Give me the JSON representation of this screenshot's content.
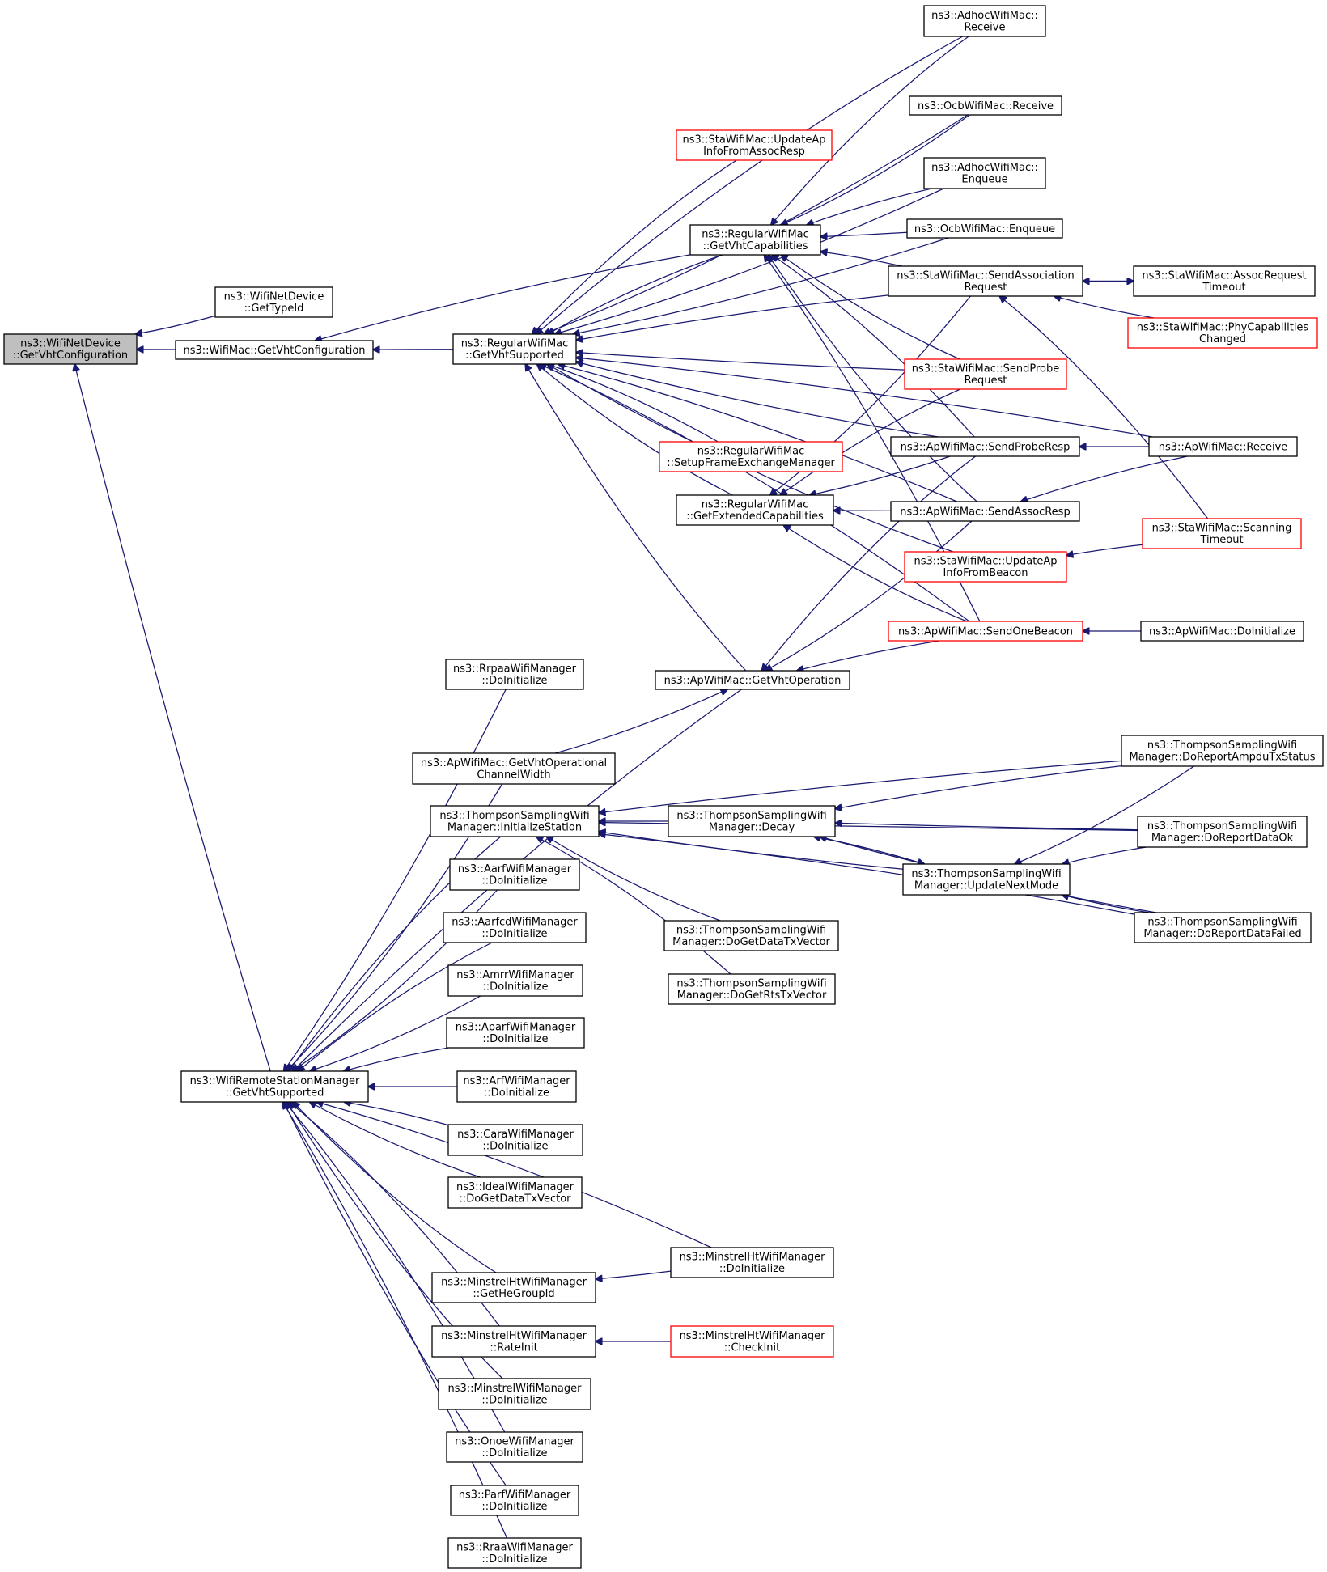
{
  "graph": {
    "edge_color": "#191970",
    "focus_fill": "#bfbfbf",
    "truncated_border_color": "#ff0000",
    "nodes": [
      {
        "id": "n0",
        "lines": [
          "ns3::WifiNetDevice",
          "::GetVhtConfiguration"
        ],
        "focus": true
      },
      {
        "id": "n1",
        "lines": [
          "ns3::WifiNetDevice",
          "::GetTypeId"
        ]
      },
      {
        "id": "n2",
        "lines": [
          "ns3::WifiMac::GetVhtConfiguration"
        ]
      },
      {
        "id": "n3",
        "lines": [
          "ns3::RegularWifiMac",
          "::GetVhtSupported"
        ]
      },
      {
        "id": "n4",
        "lines": [
          "ns3::AdhocWifiMac::",
          "Receive"
        ]
      },
      {
        "id": "n5",
        "lines": [
          "ns3::OcbWifiMac::Receive"
        ]
      },
      {
        "id": "n6",
        "lines": [
          "ns3::StaWifiMac::UpdateAp",
          "InfoFromAssocResp"
        ],
        "truncated": true
      },
      {
        "id": "n7",
        "lines": [
          "ns3::AdhocWifiMac::",
          "Enqueue"
        ]
      },
      {
        "id": "n8",
        "lines": [
          "ns3::RegularWifiMac",
          "::GetVhtCapabilities"
        ]
      },
      {
        "id": "n9",
        "lines": [
          "ns3::OcbWifiMac::Enqueue"
        ]
      },
      {
        "id": "n10",
        "lines": [
          "ns3::StaWifiMac::SendAssociation",
          "Request"
        ]
      },
      {
        "id": "n11",
        "lines": [
          "ns3::StaWifiMac::AssocRequest",
          "Timeout"
        ]
      },
      {
        "id": "n12",
        "lines": [
          "ns3::StaWifiMac::PhyCapabilities",
          "Changed"
        ],
        "truncated": true
      },
      {
        "id": "n13",
        "lines": [
          "ns3::StaWifiMac::SendProbe",
          "Request"
        ],
        "truncated": true
      },
      {
        "id": "n14",
        "lines": [
          "ns3::RegularWifiMac",
          "::SetupFrameExchangeManager"
        ],
        "truncated": true
      },
      {
        "id": "n15",
        "lines": [
          "ns3::ApWifiMac::SendProbeResp"
        ]
      },
      {
        "id": "n16",
        "lines": [
          "ns3::ApWifiMac::Receive"
        ]
      },
      {
        "id": "n17",
        "lines": [
          "ns3::RegularWifiMac",
          "::GetExtendedCapabilities"
        ]
      },
      {
        "id": "n18",
        "lines": [
          "ns3::ApWifiMac::SendAssocResp"
        ]
      },
      {
        "id": "n19",
        "lines": [
          "ns3::StaWifiMac::Scanning",
          "Timeout"
        ],
        "truncated": true
      },
      {
        "id": "n20",
        "lines": [
          "ns3::StaWifiMac::UpdateAp",
          "InfoFromBeacon"
        ],
        "truncated": true
      },
      {
        "id": "n21",
        "lines": [
          "ns3::ApWifiMac::SendOneBeacon"
        ],
        "truncated": true
      },
      {
        "id": "n22",
        "lines": [
          "ns3::ApWifiMac::DoInitialize"
        ]
      },
      {
        "id": "n23",
        "lines": [
          "ns3::RrpaaWifiManager",
          "::DoInitialize"
        ]
      },
      {
        "id": "n24",
        "lines": [
          "ns3::ApWifiMac::GetVhtOperation"
        ]
      },
      {
        "id": "n25",
        "lines": [
          "ns3::ApWifiMac::GetVhtOperational",
          "ChannelWidth"
        ]
      },
      {
        "id": "n26",
        "lines": [
          "ns3::ThompsonSamplingWifi",
          "Manager::DoReportAmpduTxStatus"
        ]
      },
      {
        "id": "n27",
        "lines": [
          "ns3::ThompsonSamplingWifi",
          "Manager::InitializeStation"
        ]
      },
      {
        "id": "n28",
        "lines": [
          "ns3::ThompsonSamplingWifi",
          "Manager::Decay"
        ]
      },
      {
        "id": "n29",
        "lines": [
          "ns3::ThompsonSamplingWifi",
          "Manager::DoReportDataOk"
        ]
      },
      {
        "id": "n30",
        "lines": [
          "ns3::ThompsonSamplingWifi",
          "Manager::UpdateNextMode"
        ]
      },
      {
        "id": "n31",
        "lines": [
          "ns3::AarfWifiManager",
          "::DoInitialize"
        ]
      },
      {
        "id": "n32",
        "lines": [
          "ns3::ThompsonSamplingWifi",
          "Manager::DoReportDataFailed"
        ]
      },
      {
        "id": "n33",
        "lines": [
          "ns3::AarfcdWifiManager",
          "::DoInitialize"
        ]
      },
      {
        "id": "n34",
        "lines": [
          "ns3::ThompsonSamplingWifi",
          "Manager::DoGetDataTxVector"
        ]
      },
      {
        "id": "n35",
        "lines": [
          "ns3::AmrrWifiManager",
          "::DoInitialize"
        ]
      },
      {
        "id": "n36",
        "lines": [
          "ns3::ThompsonSamplingWifi",
          "Manager::DoGetRtsTxVector"
        ]
      },
      {
        "id": "n37",
        "lines": [
          "ns3::AparfWifiManager",
          "::DoInitialize"
        ]
      },
      {
        "id": "n38",
        "lines": [
          "ns3::WifiRemoteStationManager",
          "::GetVhtSupported"
        ]
      },
      {
        "id": "n39",
        "lines": [
          "ns3::ArfWifiManager",
          "::DoInitialize"
        ]
      },
      {
        "id": "n40",
        "lines": [
          "ns3::CaraWifiManager",
          "::DoInitialize"
        ]
      },
      {
        "id": "n41",
        "lines": [
          "ns3::IdealWifiManager",
          "::DoGetDataTxVector"
        ]
      },
      {
        "id": "n42",
        "lines": [
          "ns3::MinstrelHtWifiManager",
          "::DoInitialize"
        ]
      },
      {
        "id": "n43",
        "lines": [
          "ns3::MinstrelHtWifiManager",
          "::GetHeGroupId"
        ]
      },
      {
        "id": "n44",
        "lines": [
          "ns3::MinstrelHtWifiManager",
          "::RateInit"
        ]
      },
      {
        "id": "n45",
        "lines": [
          "ns3::MinstrelHtWifiManager",
          "::CheckInit"
        ],
        "truncated": true
      },
      {
        "id": "n46",
        "lines": [
          "ns3::MinstrelWifiManager",
          "::DoInitialize"
        ]
      },
      {
        "id": "n47",
        "lines": [
          "ns3::OnoeWifiManager",
          "::DoInitialize"
        ]
      },
      {
        "id": "n48",
        "lines": [
          "ns3::ParfWifiManager",
          "::DoInitialize"
        ]
      },
      {
        "id": "n49",
        "lines": [
          "ns3::RraaWifiManager",
          "::DoInitialize"
        ]
      }
    ],
    "edges": [
      [
        "n1",
        "n0"
      ],
      [
        "n2",
        "n0"
      ],
      [
        "n38",
        "n0"
      ],
      [
        "n8",
        "n2"
      ],
      [
        "n3",
        "n2"
      ],
      [
        "n4",
        "n3"
      ],
      [
        "n5",
        "n3"
      ],
      [
        "n6",
        "n3"
      ],
      [
        "n7",
        "n3"
      ],
      [
        "n8",
        "n3"
      ],
      [
        "n9",
        "n3"
      ],
      [
        "n10",
        "n3"
      ],
      [
        "n13",
        "n3"
      ],
      [
        "n14",
        "n3"
      ],
      [
        "n15",
        "n3"
      ],
      [
        "n16",
        "n3"
      ],
      [
        "n17",
        "n3"
      ],
      [
        "n18",
        "n3"
      ],
      [
        "n20",
        "n3"
      ],
      [
        "n21",
        "n3"
      ],
      [
        "n24",
        "n3"
      ],
      [
        "n4",
        "n8"
      ],
      [
        "n5",
        "n8"
      ],
      [
        "n7",
        "n8"
      ],
      [
        "n9",
        "n8"
      ],
      [
        "n10",
        "n8"
      ],
      [
        "n13",
        "n8"
      ],
      [
        "n15",
        "n8"
      ],
      [
        "n18",
        "n8"
      ],
      [
        "n21",
        "n8"
      ],
      [
        "n11",
        "n10"
      ],
      [
        "n10",
        "n11"
      ],
      [
        "n12",
        "n10"
      ],
      [
        "n19",
        "n10"
      ],
      [
        "n16",
        "n15"
      ],
      [
        "n16",
        "n18"
      ],
      [
        "n22",
        "n21"
      ],
      [
        "n19",
        "n20"
      ],
      [
        "n10",
        "n17"
      ],
      [
        "n13",
        "n17"
      ],
      [
        "n15",
        "n17"
      ],
      [
        "n18",
        "n17"
      ],
      [
        "n21",
        "n17"
      ],
      [
        "n15",
        "n24"
      ],
      [
        "n18",
        "n24"
      ],
      [
        "n21",
        "n24"
      ],
      [
        "n25",
        "n24"
      ],
      [
        "n26",
        "n28"
      ],
      [
        "n29",
        "n28"
      ],
      [
        "n30",
        "n28"
      ],
      [
        "n32",
        "n28"
      ],
      [
        "n26",
        "n27"
      ],
      [
        "n28",
        "n27"
      ],
      [
        "n29",
        "n27"
      ],
      [
        "n30",
        "n27"
      ],
      [
        "n32",
        "n27"
      ],
      [
        "n34",
        "n27"
      ],
      [
        "n36",
        "n27"
      ],
      [
        "n26",
        "n30"
      ],
      [
        "n29",
        "n30"
      ],
      [
        "n32",
        "n30"
      ],
      [
        "n28",
        "n30"
      ],
      [
        "n42",
        "n43"
      ],
      [
        "n45",
        "n44"
      ],
      [
        "n23",
        "n38"
      ],
      [
        "n24",
        "n38"
      ],
      [
        "n25",
        "n38"
      ],
      [
        "n27",
        "n38"
      ],
      [
        "n31",
        "n38"
      ],
      [
        "n33",
        "n38"
      ],
      [
        "n35",
        "n38"
      ],
      [
        "n37",
        "n38"
      ],
      [
        "n39",
        "n38"
      ],
      [
        "n40",
        "n38"
      ],
      [
        "n41",
        "n38"
      ],
      [
        "n42",
        "n38"
      ],
      [
        "n43",
        "n38"
      ],
      [
        "n44",
        "n38"
      ],
      [
        "n46",
        "n38"
      ],
      [
        "n47",
        "n38"
      ],
      [
        "n48",
        "n38"
      ],
      [
        "n49",
        "n38"
      ]
    ]
  }
}
